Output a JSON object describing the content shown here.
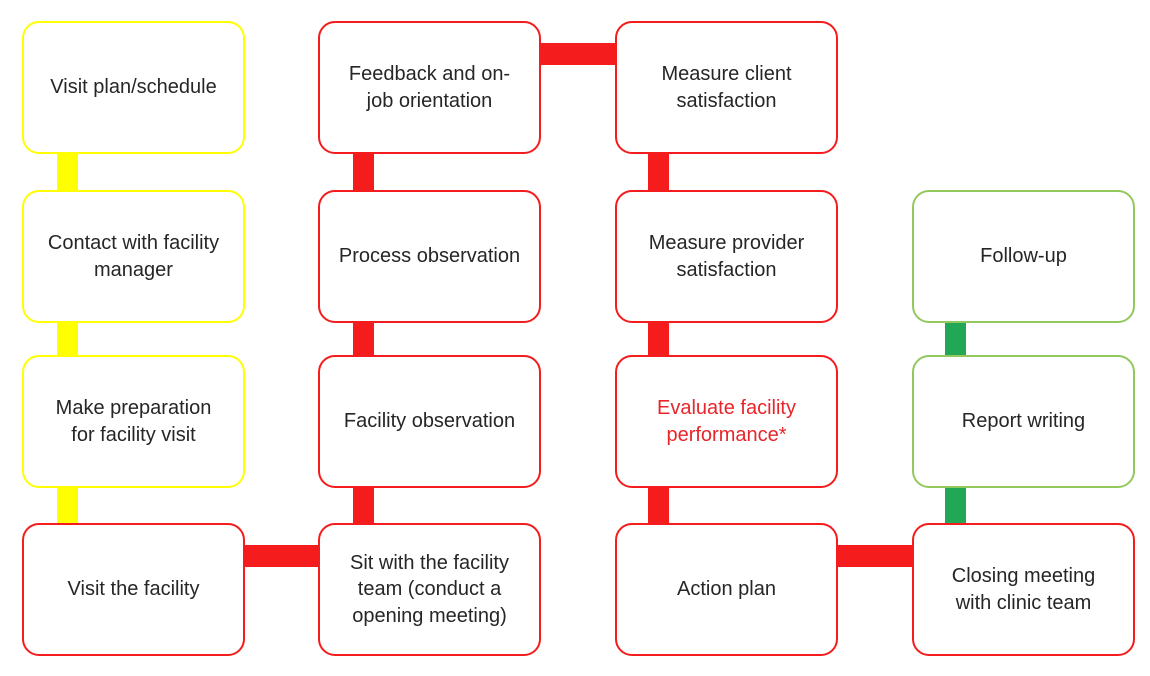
{
  "page": {
    "background": "#ffffff",
    "description": "Facility visit process flowchart"
  },
  "palette": {
    "yellow": "#ffff00",
    "red": "#f41c1c",
    "green_border": "#93c85e",
    "green_connector": "#21a755",
    "text": "#262626",
    "red_text": "#e8252a"
  },
  "nodes": [
    {
      "label": "Visit plan/schedule",
      "border": "yellow"
    },
    {
      "label": "Contact with facility\nmanager",
      "border": "yellow"
    },
    {
      "label": "Make preparation\nfor facility visit",
      "border": "yellow"
    },
    {
      "label": "Visit the facility",
      "border": "red"
    },
    {
      "label": "Sit with the facility\nteam (conduct a\nopening meeting)",
      "border": "red"
    },
    {
      "label": "Facility observation",
      "border": "red"
    },
    {
      "label": "Process observation",
      "border": "red"
    },
    {
      "label": "Feedback and on-\njob orientation",
      "border": "red"
    },
    {
      "label": "Measure client\nsatisfaction",
      "border": "red"
    },
    {
      "label": "Measure provider\nsatisfaction",
      "border": "red"
    },
    {
      "label": "Evaluate facility\nperformance*",
      "border": "red",
      "text_color": "red"
    },
    {
      "label": "Action plan",
      "border": "red"
    },
    {
      "label": "Closing meeting\nwith clinic team",
      "border": "red"
    },
    {
      "label": "Report writing",
      "border": "green"
    },
    {
      "label": "Follow-up",
      "border": "green"
    }
  ]
}
